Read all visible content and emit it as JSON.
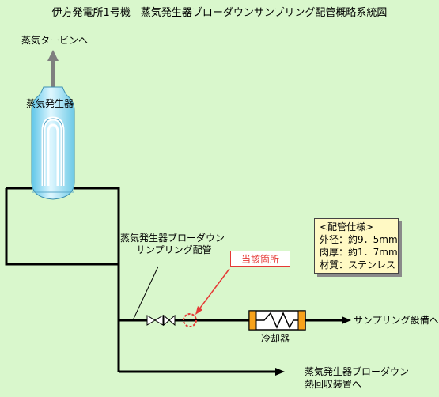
{
  "title": "伊方発電所1号機　蒸気発生器ブローダウンサンプリング配管概略系統図",
  "labels": {
    "turbine": "蒸気タービンへ",
    "steam_generator": "蒸気発生器",
    "piping_line1": "蒸気発生器ブローダウン",
    "piping_line2": "サンプリング配管",
    "affected_location": "当該箇所",
    "cooler": "冷却器",
    "sampling_equipment": "サンプリング設備へ",
    "heat_recovery_line1": "蒸気発生器ブローダウン",
    "heat_recovery_line2": "熱回収装置へ"
  },
  "spec": {
    "heading": "<配管仕様>",
    "outer_diameter": "外径：約9．5mm",
    "wall_thickness": "肉厚：約1．7mm",
    "material": "材質：ステンレス"
  },
  "colors": {
    "background": "#d9f7cc",
    "pipe": "#000000",
    "arrow_gray": "#7f7f7f",
    "sg_body": "#9ee7ff",
    "callout_red": "#e53935",
    "cooler_end": "#f7a21b",
    "spec_bg": "#fff9c4"
  }
}
